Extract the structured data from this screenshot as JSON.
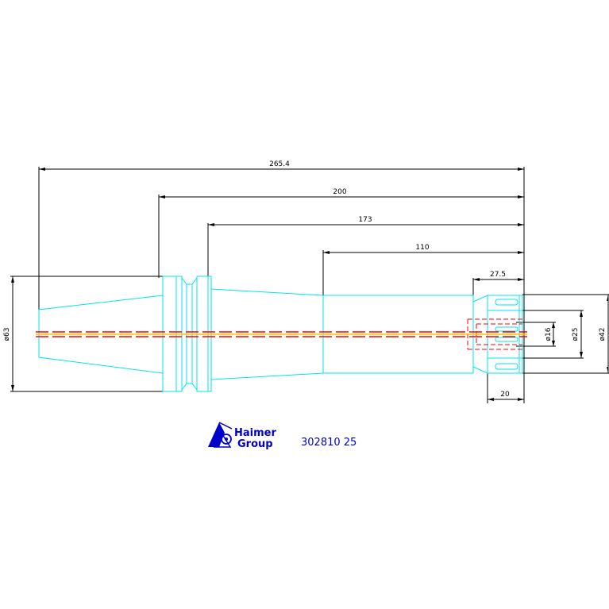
{
  "dimensions": {
    "overall_length": "265.4",
    "length_200": "200",
    "length_173": "173",
    "length_110": "110",
    "length_27_5": "27.5",
    "length_20": "20",
    "dia_63": "ø63",
    "dia_16": "ø16",
    "dia_25": "ø25",
    "dia_42": "ø42"
  },
  "logo": {
    "line1": "Haimer",
    "line2": "Group"
  },
  "part_number": "302810 25",
  "colors": {
    "outline": "#00e5ee",
    "dimension": "#000000",
    "centerline_red": "#ff0000",
    "centerline_yellow": "#ffbf00",
    "brand": "#0000cc"
  }
}
